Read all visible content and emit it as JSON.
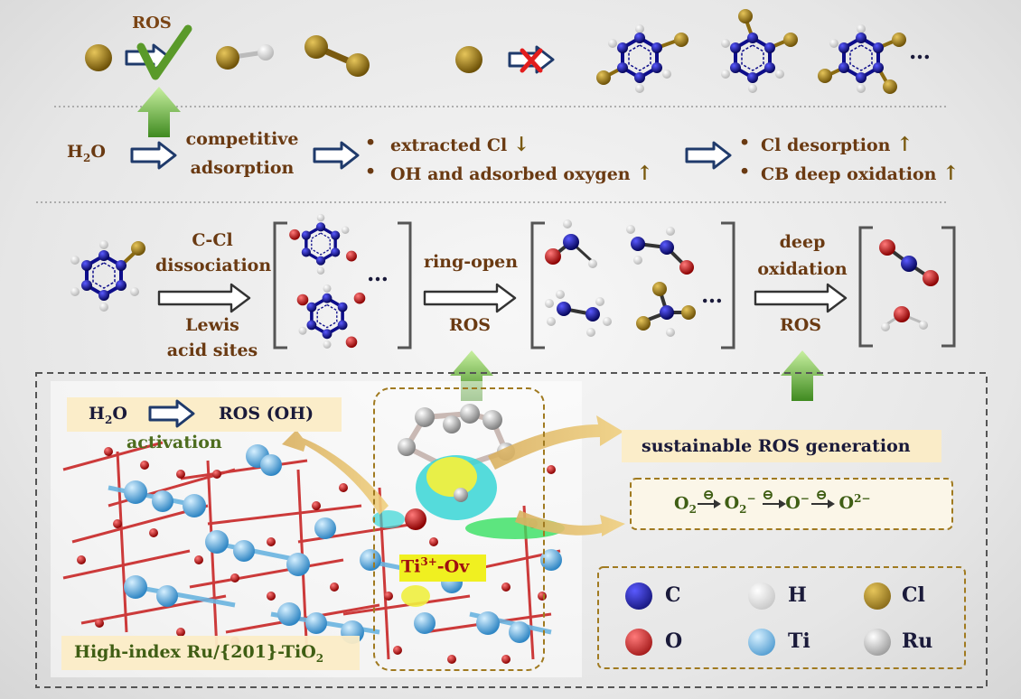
{
  "colors": {
    "brown": "#7a4414",
    "navy": "#1f3a6b",
    "green": "#5a9a2a",
    "C": "#0d0d8a",
    "H": "#ffffff",
    "Cl": "#8a6a10",
    "O": "#d01010",
    "Ti": "#4aaeea",
    "Ru": "#a8a8a8"
  },
  "row1": {
    "ros_label": "ROS",
    "ellipsis": "…"
  },
  "row2": {
    "water": "H2O",
    "water_base": "H",
    "water_sub": "2",
    "water_o": "O",
    "competitive": "competitive",
    "adsorption": "adsorption",
    "bullet": "•",
    "extracted": "extracted Cl",
    "oh": "OH and adsorbed oxygen",
    "cl_desorption": "Cl desorption",
    "cb_deep": "CB deep oxidation",
    "down_arrow": "↓",
    "up_arrow": "↑"
  },
  "row3": {
    "c_cl": "C-Cl",
    "dissociation": "dissociation",
    "lewis": "Lewis",
    "acid": "acid sites",
    "ring_open": "ring-open",
    "ros_mid": "ROS",
    "deep": "deep",
    "oxidation": "oxidation",
    "ros_right": "ROS",
    "ellipsis": "…"
  },
  "panel": {
    "activation_water": "H2O",
    "act_base": "H",
    "act_sub": "2",
    "act_o": "O",
    "ros_oh": "ROS (OH)",
    "activation": "activation",
    "ti_label": "Ti3+-Ov",
    "ti_base": "Ti",
    "ti_sup": "3+",
    "ti_rest": "-Ov",
    "sustainable": "sustainable ROS generation",
    "chain": "O2⊖O2⁻⊖O⁻⊖O2⁻",
    "chain_o2": "O",
    "chain_o2_sub": "2",
    "chain_o2m": "O",
    "chain_o2m_sub": "2",
    "chain_o2m_sup": "−",
    "chain_om": "O",
    "chain_om_sup": "−",
    "chain_o2mm": "O",
    "chain_o2mm_sup": "2−",
    "minus_e": "⊖",
    "catalyst": "High-index Ru/{201}-TiO2",
    "cat_base": "High-index Ru/{201}-TiO",
    "cat_sub": "2"
  },
  "legend": [
    {
      "symbol": "C",
      "color": "#0d0d8a"
    },
    {
      "symbol": "H",
      "color": "#ffffff"
    },
    {
      "symbol": "Cl",
      "color": "#8a6a10"
    },
    {
      "symbol": "O",
      "color": "#d01010"
    },
    {
      "symbol": "Ti",
      "color": "#4aaeea"
    },
    {
      "symbol": "Ru",
      "color": "#a8a8a8"
    }
  ]
}
